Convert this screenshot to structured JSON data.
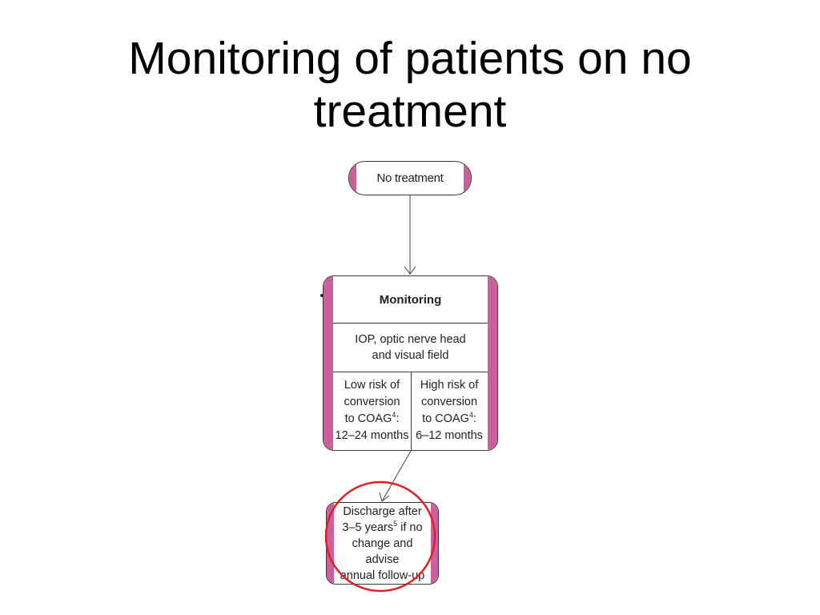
{
  "title": {
    "line1": "Monitoring of patients on no",
    "line2": "treatment"
  },
  "flowchart": {
    "start": {
      "label": "No treatment"
    },
    "monitoring": {
      "heading": "Monitoring",
      "params_line1": "IOP, optic nerve head",
      "params_line2": "and visual field",
      "low_risk": {
        "line1": "Low risk of",
        "line2": "conversion",
        "line3_text": "to COAG",
        "line3_sup": "4",
        "line3_suffix": ":",
        "line4": "12–24 months"
      },
      "high_risk": {
        "line1": "High risk of",
        "line2": "conversion",
        "line3_text": "to COAG",
        "line3_sup": "4",
        "line3_suffix": ":",
        "line4": "6–12 months"
      }
    },
    "discharge": {
      "line1": "Discharge after",
      "line2_text": "3–5 years",
      "line2_sup": "5",
      "line2_suffix": " if no",
      "line3": "change and advise",
      "line4": "annual follow-up"
    }
  },
  "colors": {
    "accent_bar": "#c9629c",
    "highlight_circle": "#e02020",
    "border": "#3a3a3a"
  }
}
